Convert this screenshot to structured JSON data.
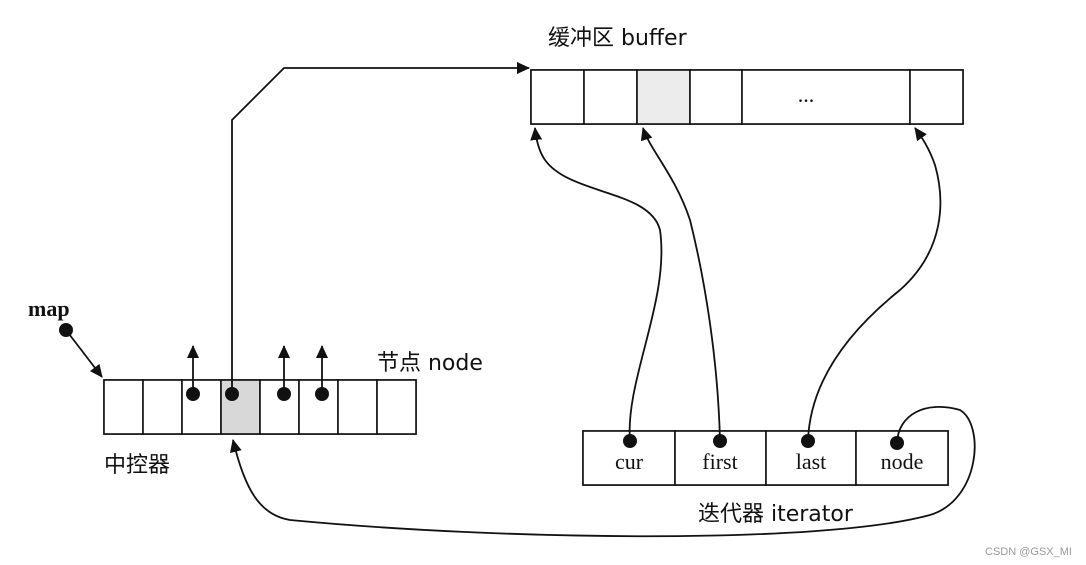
{
  "labels": {
    "buffer": "缓冲区 buffer",
    "node": "节点 node",
    "map_ctrl": "中控器",
    "map": "map",
    "iterator": "迭代器 iterator",
    "ellipsis": "...",
    "watermark": "CSDN @GSX_MI"
  },
  "iterator_fields": [
    "cur",
    "first",
    "last",
    "node"
  ]
}
